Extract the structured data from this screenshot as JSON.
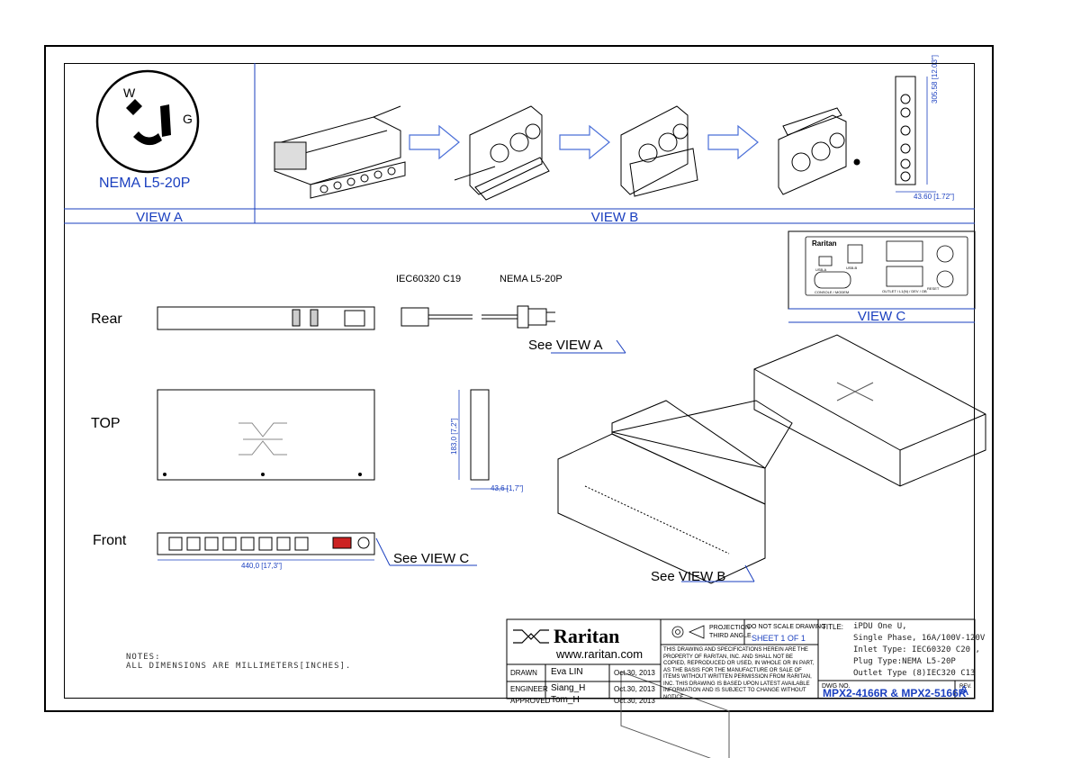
{
  "views": {
    "view_a": "VIEW A",
    "view_b": "VIEW B",
    "view_c": "VIEW C",
    "nema": "NEMA L5-20P",
    "w_letter": "W",
    "g_letter": "G"
  },
  "labels": {
    "rear": "Rear",
    "top": "TOP",
    "front": "Front",
    "iec": "IEC60320 C19",
    "nema_plug": "NEMA L5-20P",
    "see_view_a": "See VIEW A",
    "see_view_b": "See VIEW B",
    "see_view_c": "See VIEW C"
  },
  "dimensions": {
    "front_width": "440,0 [17,3\"]",
    "side_height": "183,0 [7,2\"]",
    "side_depth": "43,6 [1,7\"]",
    "bracket_height": "305.58 [12.03\"]",
    "bracket_width": "43.60 [1.72\"]"
  },
  "brand": {
    "logo": "Raritan",
    "url": "www.raritan.com"
  },
  "notes": {
    "line1": "NOTES:",
    "line2": "ALL DIMENSIONS ARE MILLIMETERS[INCHES]."
  },
  "title_block": {
    "drawn_label": "DRAWN",
    "drawn_name": "Eva LIN",
    "drawn_date": "Oct.30, 2013",
    "engineer_label": "ENGINEER",
    "engineer_name": "Siang_H",
    "engineer_date": "Oct.30, 2013",
    "approved_label": "APPROVED",
    "approved_name": "Tom_H",
    "approved_date": "Oct.30, 2013",
    "projection": "PROJECTION",
    "third_angle": "THIRD ANGLE",
    "do_not_scale": "DO NOT SCALE DRAWING",
    "sheet": "SHEET 1 OF 1",
    "disclaimer": "THIS DRAWING AND SPECIFICATIONS HEREIN ARE THE PROPERTY OF RARITAN, INC. AND SHALL NOT BE COPIED, REPRODUCED OR USED, IN WHOLE OR IN PART, AS THE BASIS FOR THE MANUFACTURE OR SALE OF ITEMS WITHOUT WRITTEN PERMISSION FROM RARITAN, INC. THIS DRAWING IS BASED UPON LATEST AVAILABLE INFORMATION AND IS SUBJECT TO CHANGE WITHOUT NOTICE.",
    "title_label": "TITLE:",
    "title_l1": "iPDU One U,",
    "title_l2": "Single Phase, 16A/100V-120V",
    "title_l3": "Inlet Type: IEC60320 C20 ,",
    "title_l4": "Plug Type:NEMA L5-20P",
    "title_l5": "Outlet Type (8)IEC320 C13",
    "dwg_label": "DWG NO.",
    "dwg_no": "MPX2-4166R & MPX2-5166R",
    "rev_label": "REV.",
    "rev": "A"
  },
  "panel_c": {
    "logo": "Raritan",
    "usb_a": "USB-A",
    "usb_b": "USB-B",
    "console": "CONSOLE / MODEM",
    "outlet": "OUTLET / L1(N) / DEV / OB",
    "reset": "RESET"
  },
  "colors": {
    "accent_blue": "#1a3fbf",
    "line": "#000000"
  }
}
